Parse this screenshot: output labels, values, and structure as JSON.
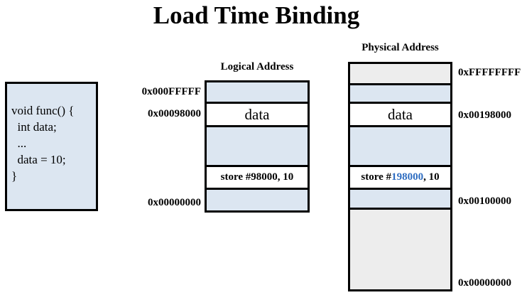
{
  "title": "Load Time Binding",
  "code_box": {
    "lines": [
      "void func() {",
      "  int data;",
      "  ...",
      "  data = 10;",
      "}"
    ]
  },
  "logical": {
    "header": "Logical Address",
    "data_label": "data",
    "store_text": "store #98000, 10",
    "labels": {
      "top": "0x000FFFFF",
      "data": "0x00098000",
      "bottom": "0x00000000"
    }
  },
  "physical": {
    "header": "Physical Address",
    "data_label": "data",
    "store": {
      "prefix": "store #",
      "address": "198000",
      "suffix": ", 10"
    },
    "labels": {
      "top": "0xFFFFFFFF",
      "data": "0x00198000",
      "mid": "0x00100000",
      "bottom": "0x00000000"
    }
  },
  "colors": {
    "segment_blue": "#dce6f1",
    "segment_gray": "#ededed",
    "store_address_blue": "#2e6dc1",
    "border_black": "#000000"
  }
}
